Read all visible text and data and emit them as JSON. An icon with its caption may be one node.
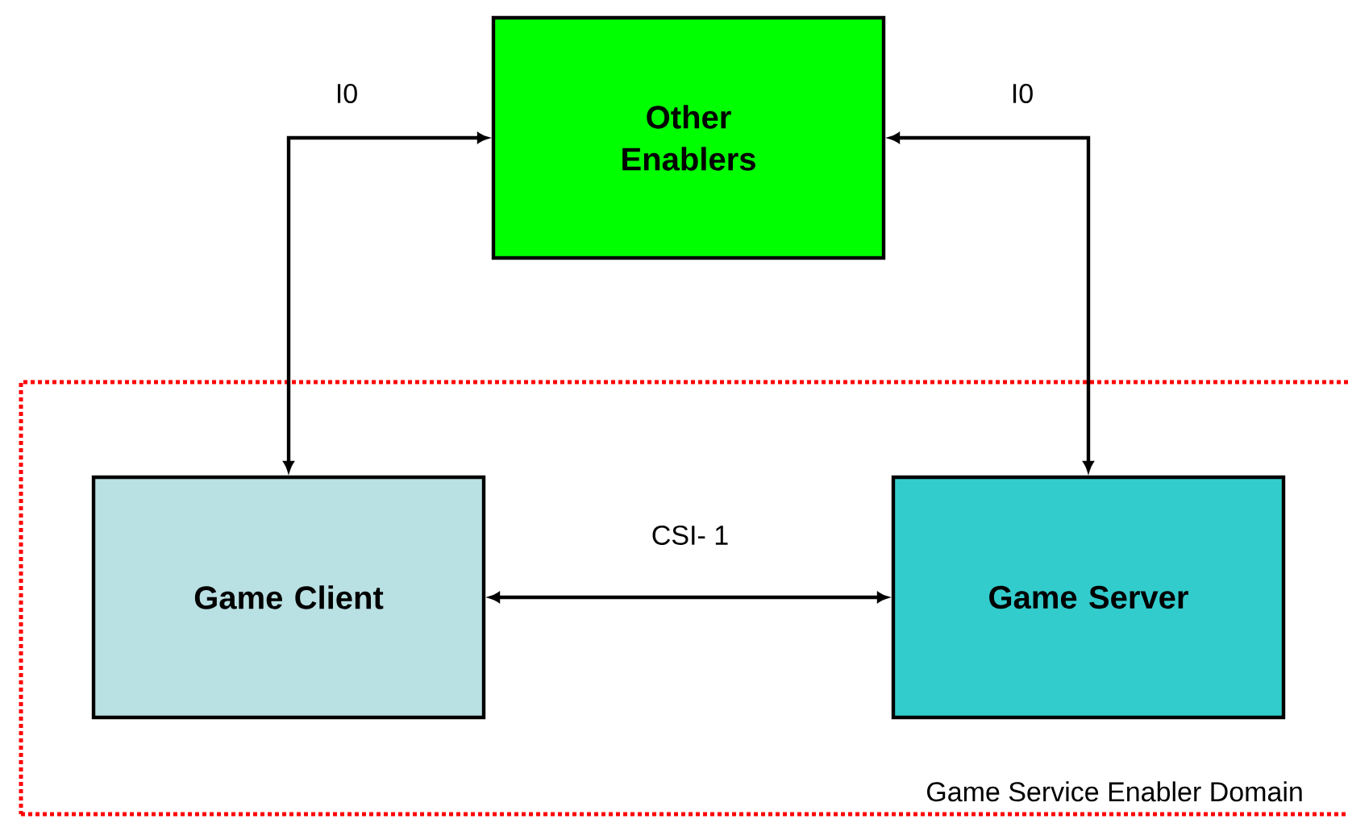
{
  "diagram": {
    "nodes": [
      {
        "text": [
          "Other Enablers"
        ]
      },
      {
        "text": [
          "Game Service Enabler Domain"
        ]
      },
      {
        "text": [
          "Game Client"
        ],
        "in": 1
      },
      {
        "text": [
          "Game Server"
        ],
        "in": 1
      }
    ],
    "edges": [
      {
        "from": 0,
        "to": 2,
        "arrow": "both",
        "label": "I0"
      },
      {
        "from": 0,
        "to": 3,
        "arrow": "both",
        "label": "I0"
      },
      {
        "from": 2,
        "to": 3,
        "arrow": "both",
        "label": "CSI- 1"
      }
    ]
  }
}
